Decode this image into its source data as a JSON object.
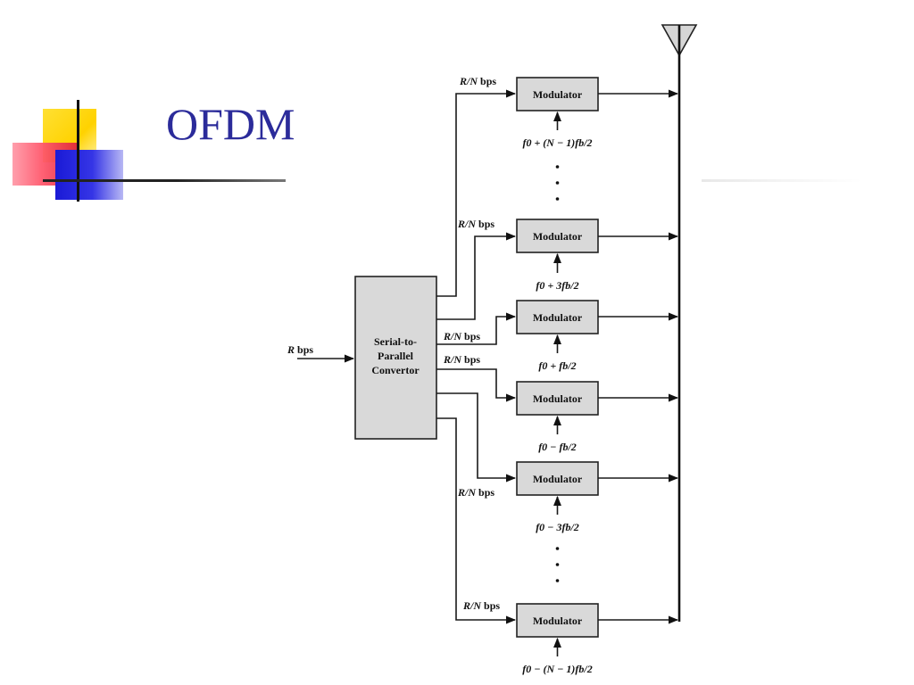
{
  "slide": {
    "title": "OFDM"
  },
  "diagram": {
    "input_label": "bps",
    "input_symbol": "R",
    "converter_lines": [
      "Serial-to-",
      "Parallel",
      "Convertor"
    ],
    "modulator_label": "Modulator",
    "rate_label": {
      "symbol": "R/N",
      "unit": "bps"
    },
    "frequency_labels": [
      "f0 + (N − 1)fb/2",
      "f0 + 3fb/2",
      "f0 + fb/2",
      "f0 − fb/2",
      "f0 − 3fb/2",
      "f0 − (N − 1)fb/2"
    ],
    "antenna_icon": "antenna-icon"
  }
}
